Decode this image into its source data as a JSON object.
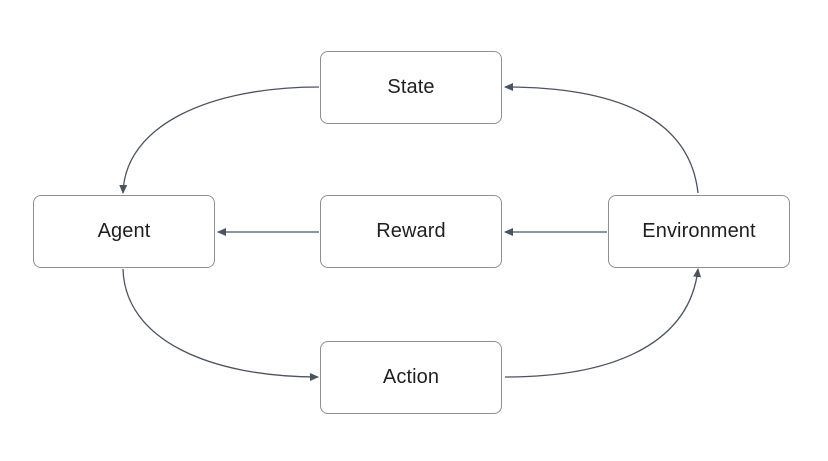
{
  "diagram": {
    "nodes": {
      "state": "State",
      "agent": "Agent",
      "reward": "Reward",
      "environment": "Environment",
      "action": "Action"
    },
    "edges": [
      {
        "from": "environment",
        "to": "state"
      },
      {
        "from": "state",
        "to": "agent"
      },
      {
        "from": "environment",
        "to": "reward"
      },
      {
        "from": "reward",
        "to": "agent"
      },
      {
        "from": "agent",
        "to": "action"
      },
      {
        "from": "action",
        "to": "environment"
      }
    ],
    "colors": {
      "edge": "#4a5360",
      "node_border": "#8c9096",
      "text": "#1f1f1f"
    }
  }
}
